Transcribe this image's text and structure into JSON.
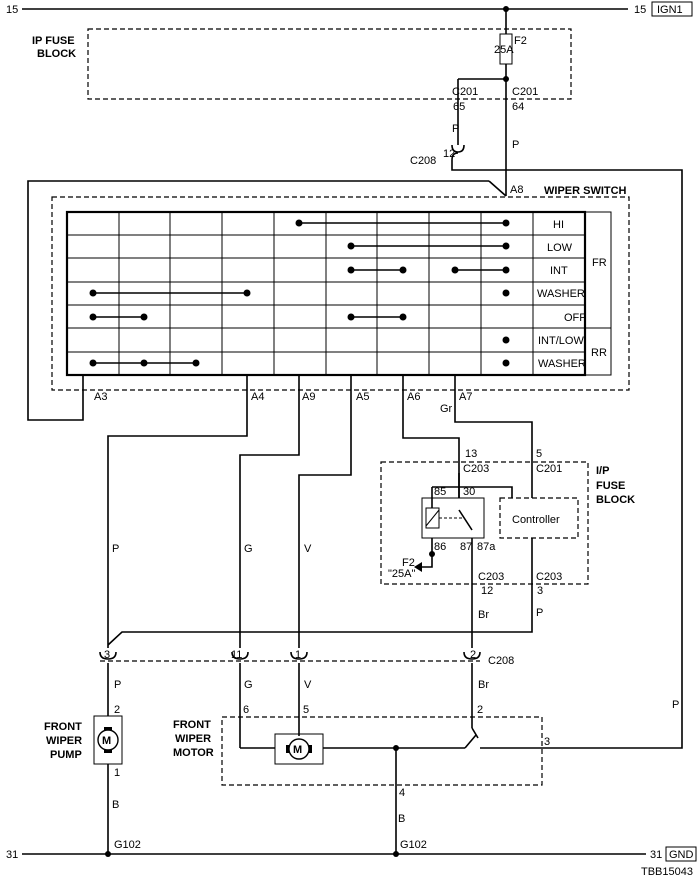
{
  "bus": {
    "top_left": "15",
    "top_right": "15",
    "top_tag": "IGN1",
    "bottom_left": "31",
    "bottom_right": "31",
    "bottom_tag": "GND"
  },
  "ip_fuse_block": {
    "label1": "IP FUSE",
    "label2": "BLOCK",
    "fuse_id": "F2",
    "fuse_rating": "25A",
    "conn_left": "C201",
    "pin_left": "65",
    "conn_right": "C201",
    "pin_right": "64"
  },
  "wires_top": {
    "p1": "P",
    "p2": "P",
    "c208": "C208",
    "c208_pin": "12"
  },
  "wiper_switch": {
    "title": "WIPER SWITCH",
    "pin_top": "A8",
    "rows": [
      "HI",
      "LOW",
      "INT",
      "WASHER",
      "OFF",
      "INT/LOW",
      "WASHER"
    ],
    "group_fr": "FR",
    "group_rr": "RR",
    "pins": [
      "A3",
      "A4",
      "A9",
      "A5",
      "A6",
      "A7"
    ]
  },
  "wire_colors": {
    "a3": "P",
    "a4": "G",
    "a9": "V",
    "a7": "Gr",
    "br1": "Br",
    "p_relay": "P",
    "br2": "Br",
    "g2": "G",
    "v2": "V",
    "p_pump": "P",
    "p_right": "P",
    "b1": "B",
    "b2": "B"
  },
  "relay_block": {
    "label1": "I/P",
    "label2": "FUSE",
    "label3": "BLOCK",
    "pin13": "13",
    "c203_top": "C203",
    "pin5": "5",
    "c201": "C201",
    "r85": "85",
    "r30": "30",
    "r86": "86",
    "r87": "87",
    "r87a": "87a",
    "controller": "Controller",
    "f2": "F2",
    "f2_rating": "\"25A\"",
    "c203_bl": "C203",
    "pin12": "12",
    "c203_br": "C203",
    "pin3": "3"
  },
  "c208_row": {
    "pin3": "3",
    "pin11": "11",
    "pin1": "1",
    "pin2": "2",
    "label": "C208"
  },
  "pump": {
    "l1": "FRONT",
    "l2": "WIPER",
    "l3": "PUMP",
    "pin_top": "2",
    "pin_bot": "1",
    "m": "M"
  },
  "motor": {
    "l1": "FRONT",
    "l2": "WIPER",
    "l3": "MOTOR",
    "pin6": "6",
    "pin5": "5",
    "pin2": "2",
    "pin3": "3",
    "pin4": "4",
    "m": "M"
  },
  "grounds": {
    "g1": "G102",
    "g2": "G102"
  },
  "code": "TBB15043"
}
